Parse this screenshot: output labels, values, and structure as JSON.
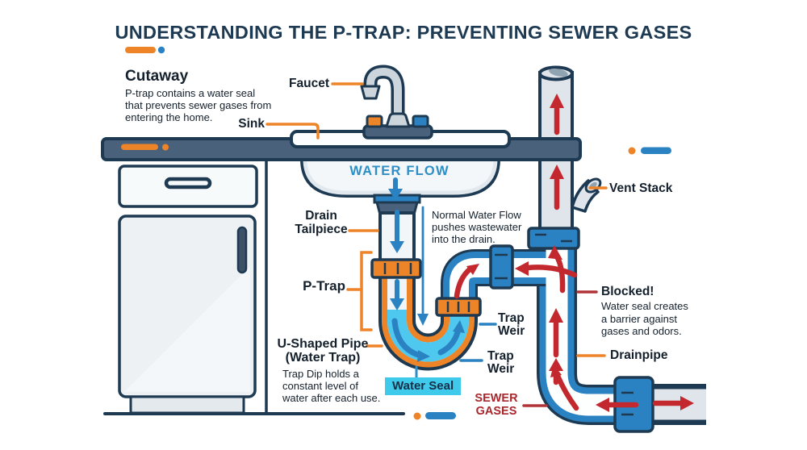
{
  "title": "UNDERSTANDING THE P-TRAP: PREVENTING SEWER GASES",
  "cutaway": {
    "heading": "Cutaway",
    "body": "P-trap contains a water seal\nthat prevents sewer gases from\nentering the home."
  },
  "labels": {
    "faucet": "Faucet",
    "sink": "Sink",
    "water_flow": "WATER FLOW",
    "drain_tailpiece": "Drain\nTailpiece",
    "normal_flow": "Normal Water Flow\npushes wastewater\ninto the drain.",
    "p_trap": "P-Trap",
    "u_shaped_pipe": "U-Shaped Pipe\n(Water Trap)",
    "trap_dip": "Trap Dip holds a\nconstant level of\nwater after each use.",
    "water_seal": "Water Seal",
    "trap_weir_upper": "Trap\nWeir",
    "trap_weir_lower": "Trap\nWeir",
    "vent_stack": "Vent Stack",
    "blocked_heading": "Blocked!",
    "blocked_body": "Water seal creates\na barrier against\ngases and odors.",
    "drainpipe": "Drainpipe",
    "sewer_gases": "SEWER\nGASES"
  },
  "colors": {
    "outline_navy": "#1d3a52",
    "counter_slate": "#49617a",
    "accent_orange": "#ee8428",
    "pipe_blue": "#2b82c2",
    "water_cyan": "#4ec8ee",
    "gas_red": "#c3282e",
    "sewer_text_red": "#a8282e",
    "flow_text_blue": "#2e8fc6",
    "water_seal_bg": "#3fc9ea"
  }
}
